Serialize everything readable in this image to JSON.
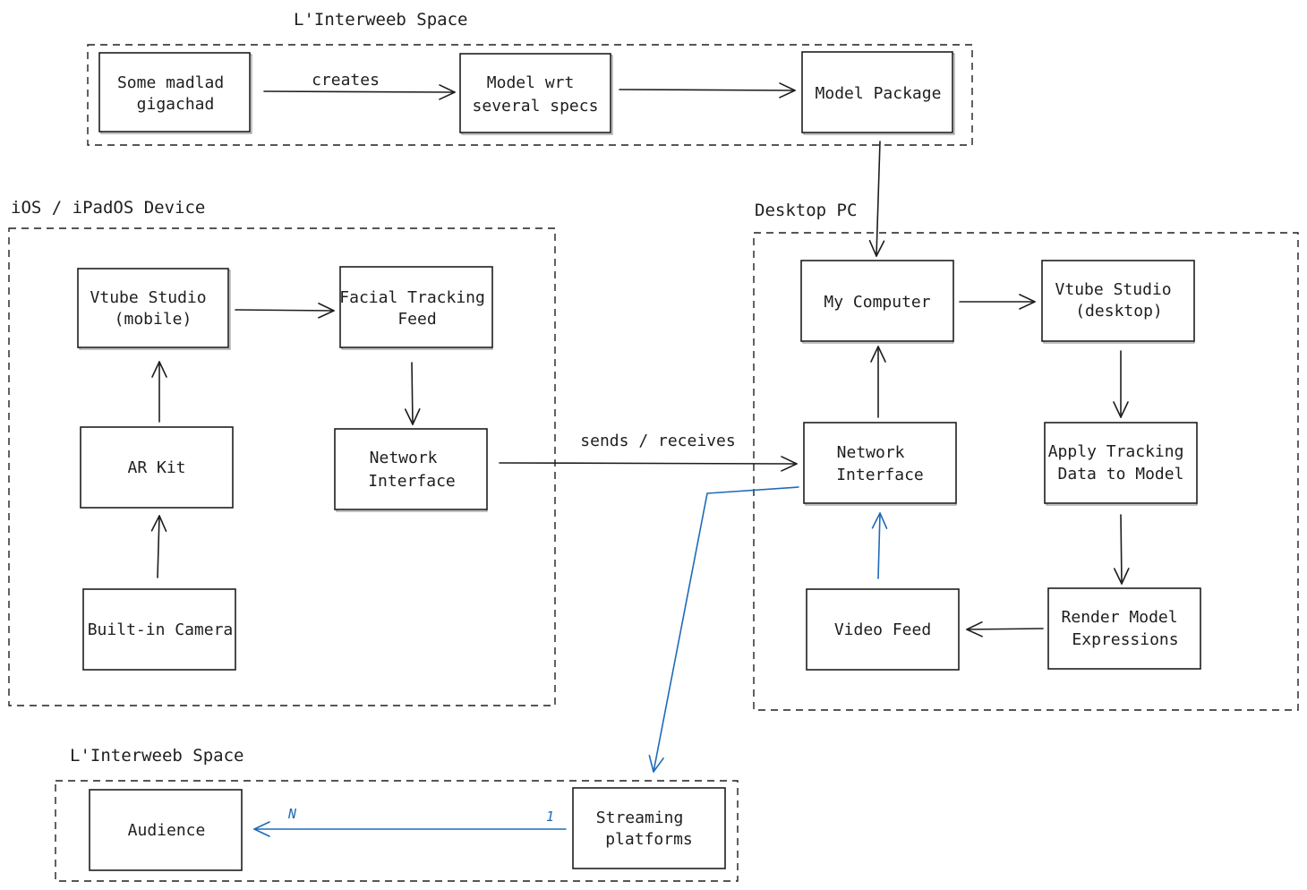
{
  "colors": {
    "ink": "#1e1e1e",
    "network_link": "#1e6bb8",
    "background": "#ffffff"
  },
  "regions": [
    {
      "id": "interweb_top",
      "label": "L'Interweeb Space"
    },
    {
      "id": "ios_device",
      "label": "iOS / iPadOS Device"
    },
    {
      "id": "desktop_pc",
      "label": "Desktop PC"
    },
    {
      "id": "interweb_bottom",
      "label": "L'Interweeb Space"
    }
  ],
  "nodes": [
    {
      "id": "madlad",
      "region": "interweb_top",
      "lines": [
        "Some madlad",
        "gigachad"
      ]
    },
    {
      "id": "model_specs",
      "region": "interweb_top",
      "lines": [
        "Model wrt",
        "several specs"
      ]
    },
    {
      "id": "model_package",
      "region": "interweb_top",
      "lines": [
        "Model Package"
      ]
    },
    {
      "id": "vtube_mobile",
      "region": "ios_device",
      "lines": [
        "Vtube Studio",
        "(mobile)"
      ]
    },
    {
      "id": "facial_feed",
      "region": "ios_device",
      "lines": [
        "Facial Tracking",
        "Feed"
      ]
    },
    {
      "id": "arkit",
      "region": "ios_device",
      "lines": [
        "AR Kit"
      ]
    },
    {
      "id": "net_ios",
      "region": "ios_device",
      "lines": [
        "Network",
        "Interface"
      ]
    },
    {
      "id": "camera",
      "region": "ios_device",
      "lines": [
        "Built-in Camera"
      ]
    },
    {
      "id": "my_computer",
      "region": "desktop_pc",
      "lines": [
        "My Computer"
      ]
    },
    {
      "id": "vtube_desktop",
      "region": "desktop_pc",
      "lines": [
        "Vtube Studio",
        "(desktop)"
      ]
    },
    {
      "id": "net_pc",
      "region": "desktop_pc",
      "lines": [
        "Network",
        "Interface"
      ]
    },
    {
      "id": "apply_tracking",
      "region": "desktop_pc",
      "lines": [
        "Apply Tracking",
        "Data to Model"
      ]
    },
    {
      "id": "video_feed",
      "region": "desktop_pc",
      "lines": [
        "Video Feed"
      ]
    },
    {
      "id": "render_model",
      "region": "desktop_pc",
      "lines": [
        "Render Model",
        "Expressions"
      ]
    },
    {
      "id": "audience",
      "region": "interweb_bottom",
      "lines": [
        "Audience"
      ]
    },
    {
      "id": "streaming",
      "region": "interweb_bottom",
      "lines": [
        "Streaming",
        "platforms"
      ]
    }
  ],
  "edges": [
    {
      "from": "madlad",
      "to": "model_specs",
      "label": "creates"
    },
    {
      "from": "model_specs",
      "to": "model_package",
      "label": ""
    },
    {
      "from": "model_package",
      "to": "my_computer",
      "label": ""
    },
    {
      "from": "vtube_mobile",
      "to": "facial_feed",
      "label": ""
    },
    {
      "from": "facial_feed",
      "to": "net_ios",
      "label": ""
    },
    {
      "from": "arkit",
      "to": "vtube_mobile",
      "label": ""
    },
    {
      "from": "camera",
      "to": "arkit",
      "label": ""
    },
    {
      "from": "net_ios",
      "to": "net_pc",
      "label": "sends / receives"
    },
    {
      "from": "net_pc",
      "to": "my_computer",
      "label": ""
    },
    {
      "from": "my_computer",
      "to": "vtube_desktop",
      "label": ""
    },
    {
      "from": "vtube_desktop",
      "to": "apply_tracking",
      "label": ""
    },
    {
      "from": "apply_tracking",
      "to": "render_model",
      "label": ""
    },
    {
      "from": "render_model",
      "to": "video_feed",
      "label": ""
    },
    {
      "from": "video_feed",
      "to": "net_pc",
      "label": "",
      "style": "network"
    },
    {
      "from": "net_pc",
      "to": "streaming",
      "label": "",
      "style": "network"
    },
    {
      "from": "streaming",
      "to": "audience",
      "label": "",
      "style": "network",
      "source_cardinality": "1",
      "target_cardinality": "N"
    }
  ]
}
